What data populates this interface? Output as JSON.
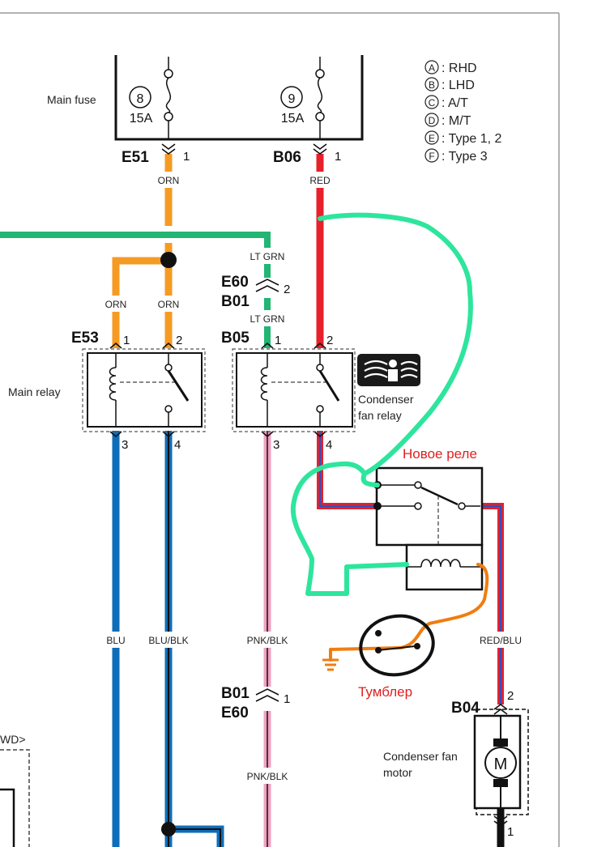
{
  "fuse_box": {
    "label": "Main fuse",
    "fuses": [
      {
        "number": "8",
        "rating": "15A"
      },
      {
        "number": "9",
        "rating": "15A"
      }
    ]
  },
  "legend": [
    {
      "letter": "A",
      "text": ": RHD"
    },
    {
      "letter": "B",
      "text": ": LHD"
    },
    {
      "letter": "C",
      "text": ": A/T"
    },
    {
      "letter": "D",
      "text": ": M/T"
    },
    {
      "letter": "E",
      "text": ": Type 1, 2"
    },
    {
      "letter": "F",
      "text": ": Type 3"
    }
  ],
  "connectors": {
    "e51": {
      "name": "E51",
      "pin": "1"
    },
    "b06": {
      "name": "B06",
      "pin": "1"
    },
    "e60_b01": {
      "top": "E60",
      "bottom": "B01",
      "pin": "2"
    },
    "b01_e60": {
      "top": "B01",
      "bottom": "E60",
      "pin": "1"
    },
    "e53": {
      "name": "E53",
      "pin_left": "1",
      "pin_right": "2"
    },
    "b05": {
      "name": "B05",
      "pin_left": "1",
      "pin_right": "2"
    },
    "b04": {
      "name": "B04",
      "pin_top": "2",
      "pin_bottom": "1"
    }
  },
  "relay_pins": {
    "main_bottom_left": "3",
    "main_bottom_right": "4",
    "cond_bottom_left": "3",
    "cond_bottom_right": "4"
  },
  "wire_colors": {
    "orn_top": "ORN",
    "red_top": "RED",
    "lt_grn_upper": "LT GRN",
    "lt_grn_lower": "LT GRN",
    "orn_left": "ORN",
    "orn_right": "ORN",
    "blu": "BLU",
    "blu_blk": "BLU/BLK",
    "pnk_blk_upper": "PNK/BLK",
    "pnk_blk_lower": "PNK/BLK",
    "red_blu": "RED/BLU"
  },
  "components": {
    "main_relay": "Main relay",
    "condenser_relay_line1": "Condenser",
    "condenser_relay_line2": "fan relay",
    "motor_line1": "Condenser fan",
    "motor_line2": "motor",
    "motor_symbol": "M",
    "wd_fragment": "WD>"
  },
  "annotations": {
    "new_relay": "Новое реле",
    "toggle": "Тумблер"
  },
  "colors": {
    "orange": "#f59b23",
    "red": "#e8202a",
    "green": "#22b573",
    "annotation_green": "#2ee59d",
    "blue": "#0e6db8",
    "pink": "#f0a0c0",
    "annotation_red": "#e02020"
  },
  "icons": [
    "fan-relay-icon",
    "motor-icon",
    "ground-icon",
    "fuse-icon"
  ]
}
